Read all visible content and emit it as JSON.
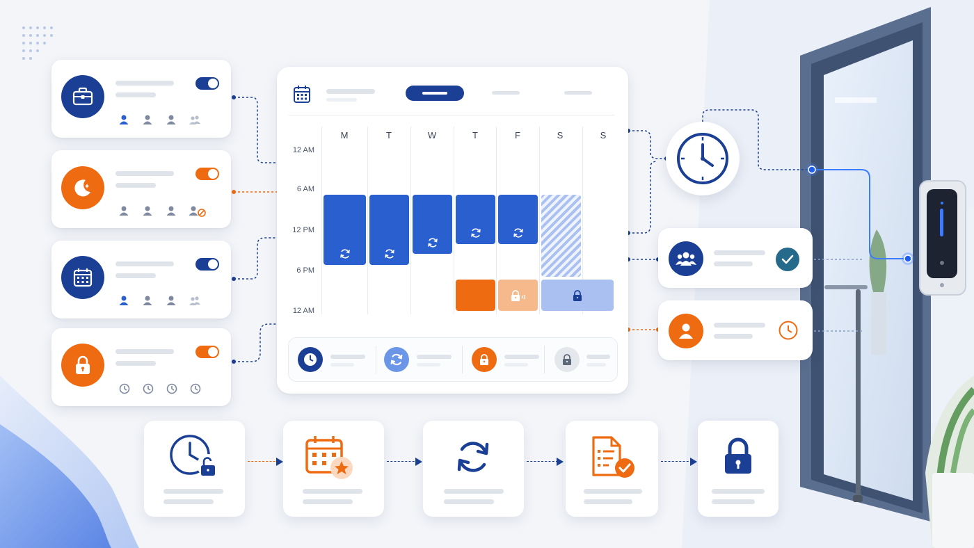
{
  "calendar": {
    "days": [
      "M",
      "T",
      "W",
      "T",
      "F",
      "S",
      "S"
    ],
    "times": [
      "12 AM",
      "6 AM",
      "12 PM",
      "6 PM",
      "12 AM"
    ]
  },
  "colors": {
    "navy": "#1a3f94",
    "blue": "#2a5fd0",
    "orange": "#ef6b12",
    "light_orange": "#f5b98c",
    "light_blue": "#a9c0f0",
    "grey": "#9aa3b2"
  },
  "icons": {
    "schedule_cards": [
      "briefcase-icon",
      "moon-icon",
      "calendar-icon",
      "lock-icon"
    ],
    "legend": [
      "clock-icon",
      "sync-icon",
      "lock-icon",
      "lock-icon"
    ],
    "flow_steps": [
      "clock-unlock-icon",
      "calendar-star-icon",
      "sync-icon",
      "checklist-icon",
      "lock-icon"
    ],
    "right_panel": [
      "clock-icon",
      "group-icon",
      "user-icon"
    ]
  }
}
